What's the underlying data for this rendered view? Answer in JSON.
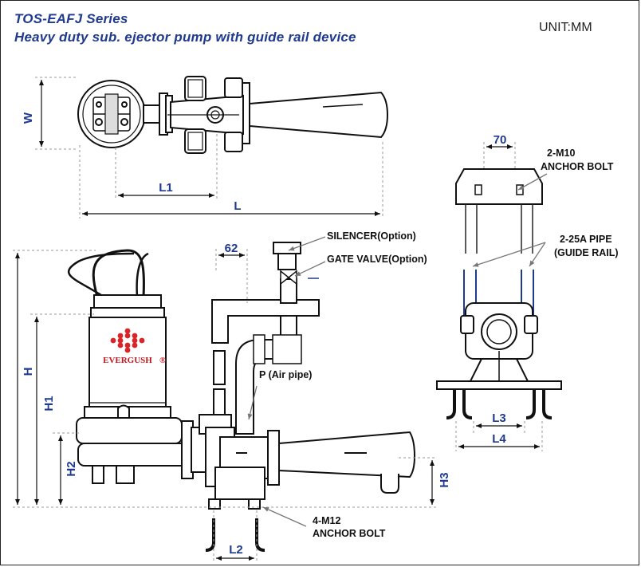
{
  "header": {
    "series": "TOS-EAFJ Series",
    "subtitle": "Heavy duty sub. ejector pump with guide rail device",
    "unit": "UNIT:MM"
  },
  "dimensions": {
    "W": "W",
    "L1": "L1",
    "L": "L",
    "D70": "70",
    "D62": "62",
    "H": "H",
    "H1": "H1",
    "H2": "H2",
    "H3": "H3",
    "L2": "L2",
    "L3": "L3",
    "L4": "L4"
  },
  "callouts": {
    "anchor_top_1": "2-M10",
    "anchor_top_2": "ANCHOR BOLT",
    "pipe_1": "2-25A PIPE",
    "pipe_2": "(GUIDE RAIL)",
    "silencer": "SILENCER(Option)",
    "gate_valve": "GATE VALVE(Option)",
    "air_pipe": "P (Air pipe)",
    "anchor_bottom_1": "4-M12",
    "anchor_bottom_2": "ANCHOR BOLT"
  },
  "brand": {
    "name": "EVERGUSH",
    "reg": "®"
  },
  "colors": {
    "dimension": "#1f3a8f",
    "brand": "#c4161c",
    "outline": "#111111",
    "extension": "#9a9a9a"
  }
}
